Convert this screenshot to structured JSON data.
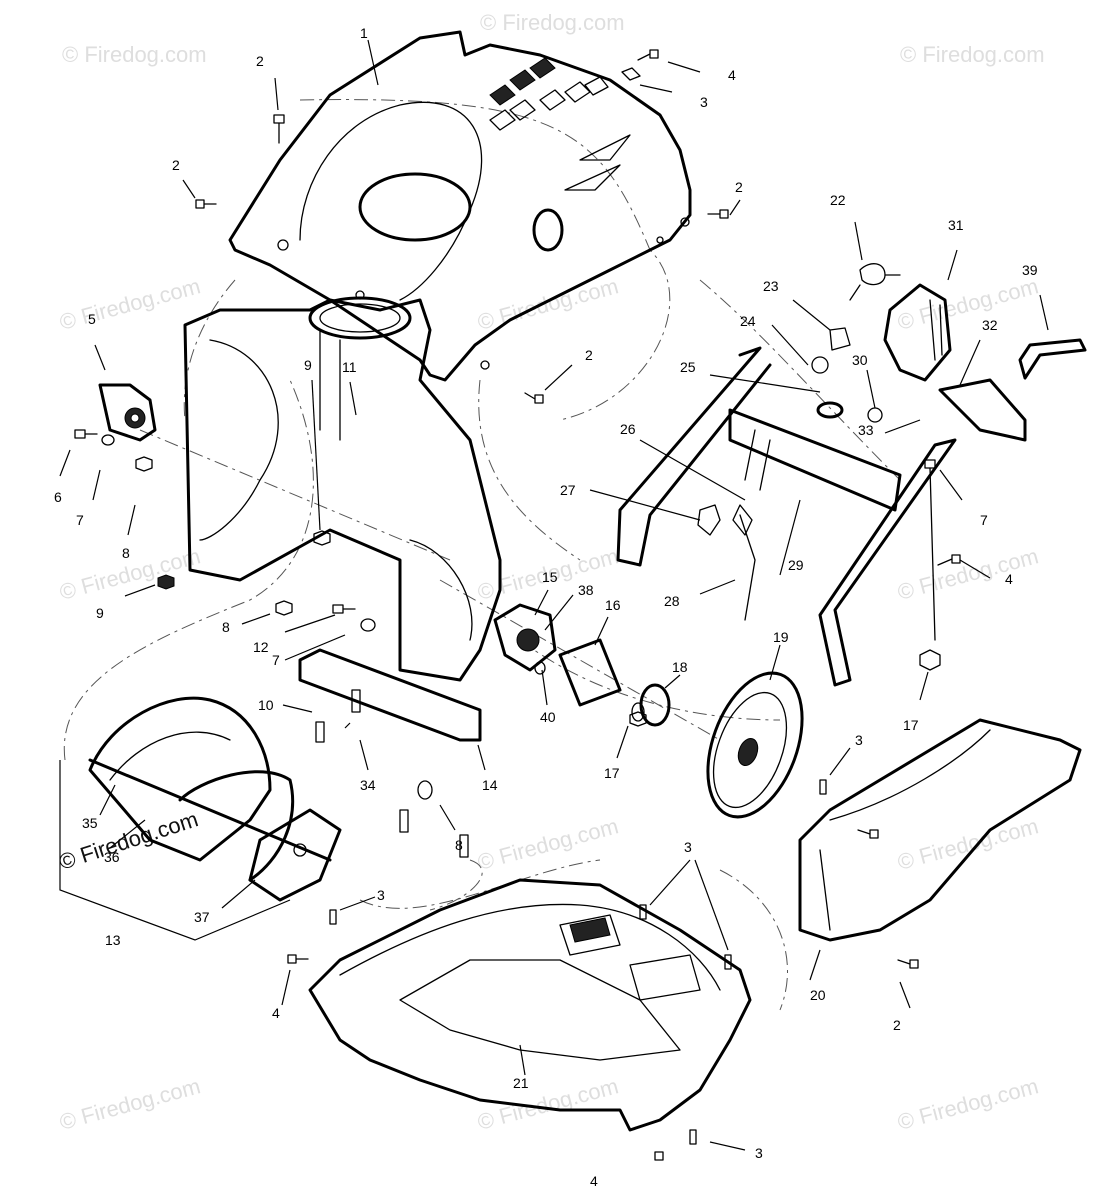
{
  "watermark": {
    "text": "© Firedog.com",
    "prominent_text": "© Firedog.com"
  },
  "page_number": "4",
  "callouts": {
    "c1": "1",
    "c2a": "2",
    "c2b": "2",
    "c2c": "2",
    "c2d": "2",
    "c2e": "2",
    "c3a": "3",
    "c3b": "3",
    "c3c": "3",
    "c3d": "3",
    "c3e": "3",
    "c4a": "4",
    "c4b": "4",
    "c4c": "4",
    "c5": "5",
    "c6": "6",
    "c7a": "7",
    "c7b": "7",
    "c7c": "7",
    "c8a": "8",
    "c8b": "8",
    "c8c": "8",
    "c9a": "9",
    "c9b": "9",
    "c10": "10",
    "c11": "11",
    "c12": "12",
    "c13": "13",
    "c14": "14",
    "c15": "15",
    "c16": "16",
    "c17a": "17",
    "c17b": "17",
    "c18": "18",
    "c19": "19",
    "c20": "20",
    "c21": "21",
    "c22": "22",
    "c23": "23",
    "c24": "24",
    "c25": "25",
    "c26": "26",
    "c27": "27",
    "c28": "28",
    "c29": "29",
    "c30": "30",
    "c31": "31",
    "c32": "32",
    "c33": "33",
    "c34": "34",
    "c35": "35",
    "c36": "36",
    "c37": "37",
    "c38": "38",
    "c39": "39",
    "c40": "40"
  }
}
